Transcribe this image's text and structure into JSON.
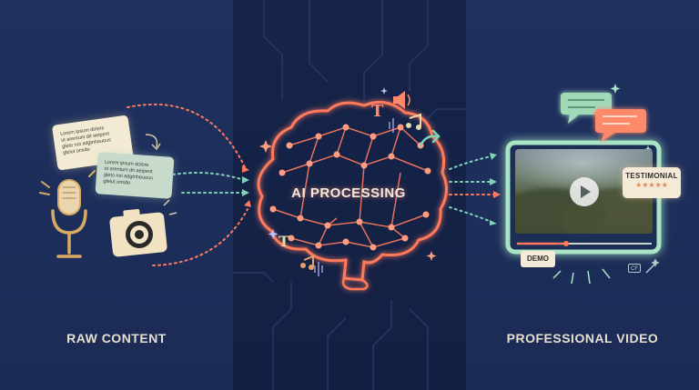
{
  "left": {
    "caption": "RAW CONTENT",
    "note_1": "Lorem ipsum dolore\nut arentum dit aeipent\ngleto noi adgtnheuous\nglelut onsdo",
    "note_2": "Lorem ipsum dolore\nut arentum dit aeipent\ngleto noi adgtnheuous\nglelut onsdo",
    "icons": [
      "document-note-icon",
      "microphone-icon",
      "camera-icon"
    ]
  },
  "middle": {
    "label": "AI PROCESSING",
    "icons": [
      "brain-icon",
      "text-icon",
      "speaker-icon",
      "music-note-icon",
      "share-arrow-icon",
      "audio-wave-icon",
      "sparkle-icon"
    ]
  },
  "right": {
    "caption": "PROFESSIONAL VIDEO",
    "testimonial_label": "TESTIMONIAL",
    "testimonial_stars": "★★★★★",
    "demo_label": "DEMO",
    "cc_label": "CF",
    "icons": [
      "video-frame-icon",
      "play-icon",
      "chat-bubble-icon",
      "magic-wand-icon",
      "closed-caption-icon"
    ]
  },
  "colors": {
    "background": "#1c2d55",
    "middle_panel": "#142246",
    "brain_glow": "#ff7a5c",
    "arrow_coral": "#ff7a5c",
    "arrow_mint": "#7fd3b6",
    "frame_mint": "#a9e4c7",
    "note_cream": "#f3ead3",
    "note_mint": "#c7dacb",
    "bubble_mint": "#9fd9b8",
    "bubble_coral": "#ff8a6b",
    "caption": "#e7e0cf"
  }
}
